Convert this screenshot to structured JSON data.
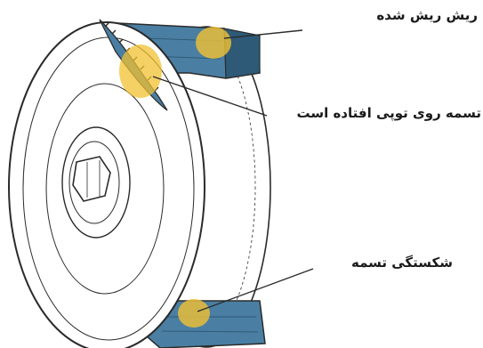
{
  "colors": {
    "belt": "#4a7fa3",
    "belt_dark": "#2e5a78",
    "highlight": "#f2c232",
    "outline": "#2b2b2b",
    "pulley_face": "#ffffff"
  },
  "callouts": {
    "frayed": "ریش ریش شده",
    "bottomed": "تسمه روی توپی افتاده است",
    "broken": "شکستگی تسمه"
  }
}
